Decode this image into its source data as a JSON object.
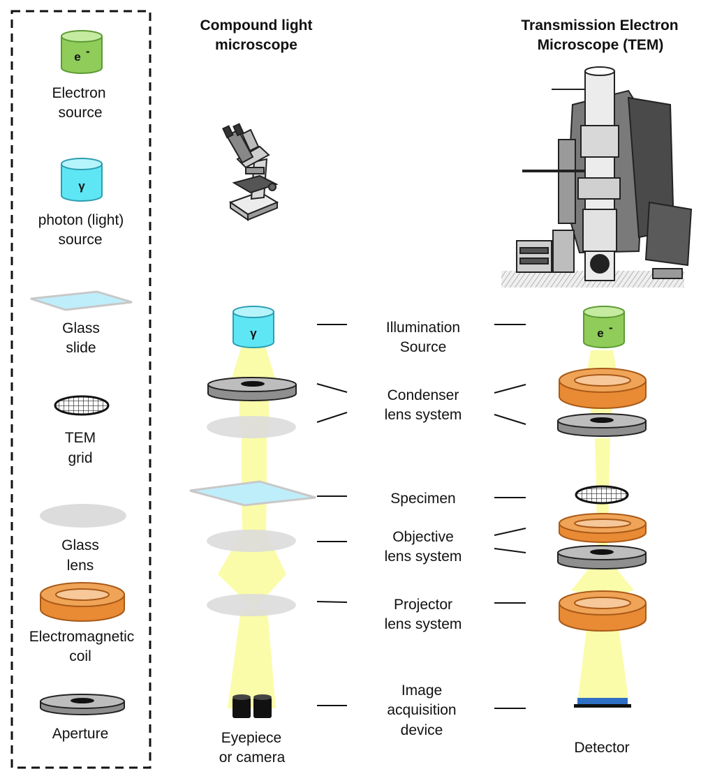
{
  "legend": {
    "electron_source": {
      "line1": "Electron",
      "line2": "source",
      "symbol": "e",
      "superscript": "-"
    },
    "photon_source": {
      "line1": "photon (light)",
      "line2": "source",
      "symbol": "γ"
    },
    "glass_slide": {
      "line1": "Glass",
      "line2": "slide"
    },
    "tem_grid": {
      "line1": "TEM",
      "line2": "grid"
    },
    "glass_lens": {
      "line1": "Glass",
      "line2": "lens"
    },
    "em_coil": {
      "line1": "Electromagnetic",
      "line2": "coil"
    },
    "aperture": {
      "line1": "Aperture"
    }
  },
  "light_microscope": {
    "title_line1": "Compound light",
    "title_line2": "microscope",
    "source_symbol": "γ",
    "bottom_line1": "Eyepiece",
    "bottom_line2": "or camera"
  },
  "tem": {
    "title_line1": "Transmission Electron",
    "title_line2": "Microscope (TEM)",
    "source_symbol": "e",
    "source_superscript": "-",
    "bottom_label": "Detector"
  },
  "components": {
    "illumination": {
      "line1": "Illumination",
      "line2": "Source"
    },
    "condenser": {
      "line1": "Condenser",
      "line2": "lens system"
    },
    "specimen": {
      "line1": "Specimen"
    },
    "objective": {
      "line1": "Objective",
      "line2": "lens system"
    },
    "projector": {
      "line1": "Projector",
      "line2": "lens system"
    },
    "acquisition": {
      "line1": "Image",
      "line2": "acquisition",
      "line3": "device"
    }
  },
  "colors": {
    "electron_green": "#8fcc5a",
    "photon_cyan": "#5fe6f5",
    "coil_orange": "#e98a34",
    "aperture_gray": "#8f8f8f",
    "glass_lens_gray": "#dcdcdc",
    "slide_blue": "#bfeefb",
    "beam_yellow": "#fafca0",
    "detector_blue": "#2f6fc4"
  }
}
